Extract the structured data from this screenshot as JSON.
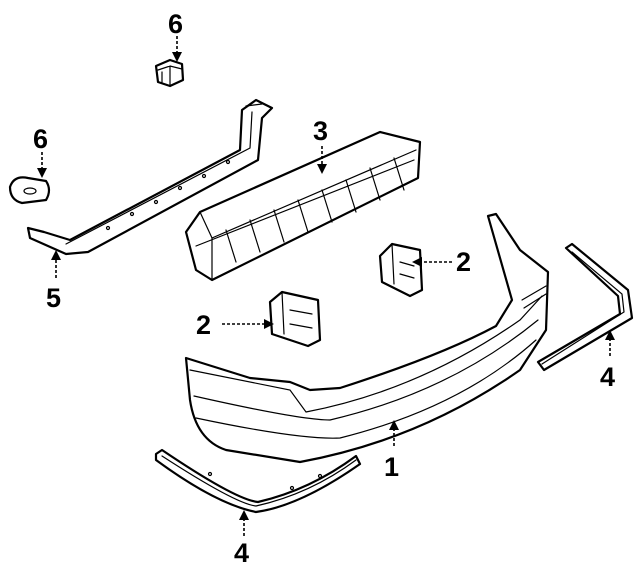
{
  "callouts": {
    "c1": "1",
    "c2a": "2",
    "c2b": "2",
    "c3": "3",
    "c4a": "4",
    "c4b": "4",
    "c5": "5",
    "c6a": "6",
    "c6b": "6"
  },
  "colors": {
    "ink": "#000000",
    "paper": "#ffffff"
  }
}
